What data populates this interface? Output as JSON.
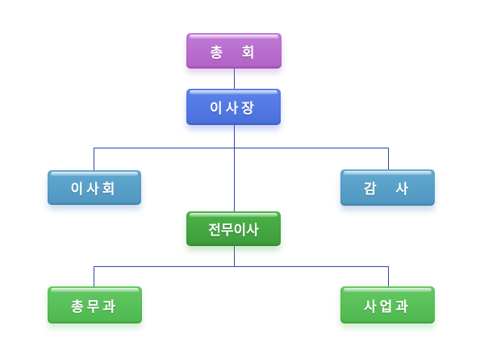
{
  "org_chart": {
    "nodes": {
      "general_assembly": {
        "label": "총  회",
        "color": "#b86ccb"
      },
      "chairman": {
        "label": "이사장",
        "color": "#5277e3"
      },
      "board": {
        "label": "이사회",
        "color": "#58a0c8"
      },
      "audit": {
        "label": "감  사",
        "color": "#58a0c8"
      },
      "executive_director": {
        "label": "전무이사",
        "color": "#45a842"
      },
      "general_affairs": {
        "label": "총무과",
        "color": "#59c159"
      },
      "business": {
        "label": "사업과",
        "color": "#59c159"
      }
    },
    "connector_color": "#2d48a6",
    "edges": [
      [
        "general_assembly",
        "chairman"
      ],
      [
        "chairman",
        "board"
      ],
      [
        "chairman",
        "audit"
      ],
      [
        "chairman",
        "executive_director"
      ],
      [
        "executive_director",
        "general_affairs"
      ],
      [
        "executive_director",
        "business"
      ]
    ]
  }
}
